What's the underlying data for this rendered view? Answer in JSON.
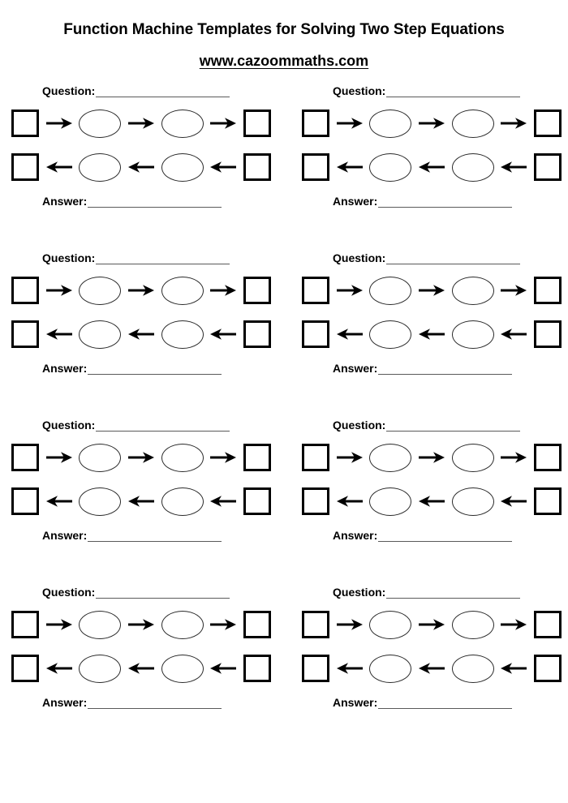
{
  "document": {
    "title": "Function Machine Templates for Solving Two Step Equations",
    "url": "www.cazoommaths.com"
  },
  "labels": {
    "question": "Question:",
    "answer": "Answer:"
  },
  "template_block": {
    "forward_sequence": [
      "input-box",
      "arrow-right",
      "function-oval",
      "arrow-right",
      "function-oval",
      "arrow-right",
      "output-box"
    ],
    "backward_sequence": [
      "output-box",
      "arrow-left",
      "function-oval",
      "arrow-left",
      "function-oval",
      "arrow-left",
      "input-box"
    ]
  },
  "blocks": [
    {
      "id": 1,
      "column": "left",
      "row": 1,
      "question": "",
      "answer": ""
    },
    {
      "id": 2,
      "column": "right",
      "row": 1,
      "question": "",
      "answer": ""
    },
    {
      "id": 3,
      "column": "left",
      "row": 2,
      "question": "",
      "answer": ""
    },
    {
      "id": 4,
      "column": "right",
      "row": 2,
      "question": "",
      "answer": ""
    },
    {
      "id": 5,
      "column": "left",
      "row": 3,
      "question": "",
      "answer": ""
    },
    {
      "id": 6,
      "column": "right",
      "row": 3,
      "question": "",
      "answer": ""
    },
    {
      "id": 7,
      "column": "left",
      "row": 4,
      "question": "",
      "answer": ""
    },
    {
      "id": 8,
      "column": "right",
      "row": 4,
      "question": "",
      "answer": ""
    }
  ],
  "colors": {
    "ink": "#000000",
    "rule_line": "#5a5a5a",
    "oval_stroke": "#2a2a2a",
    "page_background": "#ffffff"
  }
}
